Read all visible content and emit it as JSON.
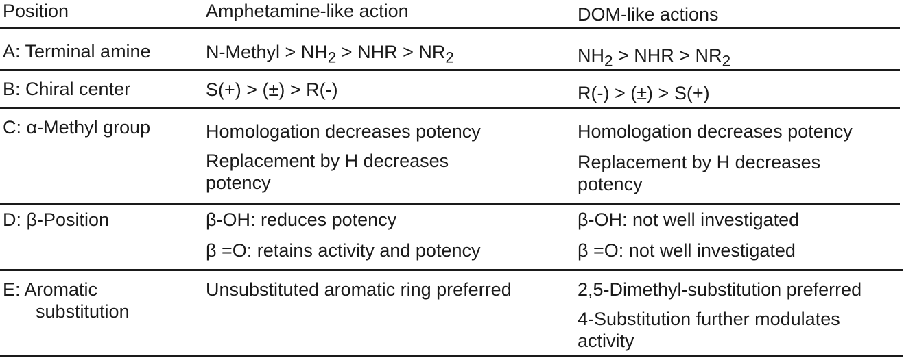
{
  "header": {
    "position": "Position",
    "amphetamine": "Amphetamine-like action",
    "dom": "DOM-like actions"
  },
  "rows": {
    "a": {
      "position": "A:  Terminal amine",
      "amph_html": "N-Methyl &gt; NH<sub>2</sub> &gt; NHR &gt; NR<sub>2</sub>",
      "dom_html": "NH<sub>2</sub> &gt; NHR &gt; NR<sub>2</sub>"
    },
    "b": {
      "position": "B:  Chiral center",
      "amph": "S(+) > (±) > R(-)",
      "dom": "R(-) > (±) > S(+)"
    },
    "c": {
      "position": "C:  α-Methyl group",
      "amph_1": "Homologation decreases potency",
      "amph_2a": "Replacement by H decreases",
      "amph_2b": "potency",
      "dom_1": "Homologation decreases potency",
      "dom_2a": "Replacement by H decreases",
      "dom_2b": "potency"
    },
    "d": {
      "position": "D:  β-Position",
      "amph_1": "β-OH: reduces potency",
      "amph_2": "β =O: retains activity and potency",
      "dom_1": "β-OH: not well investigated",
      "dom_2": "β =O: not well investigated"
    },
    "e": {
      "position_1": "E:  Aromatic",
      "position_2": "substitution",
      "amph": "Unsubstituted aromatic ring preferred",
      "dom_1": "2,5-Dimethyl-substitution preferred",
      "dom_2a": "4-Substitution further modulates",
      "dom_2b": "activity"
    }
  }
}
